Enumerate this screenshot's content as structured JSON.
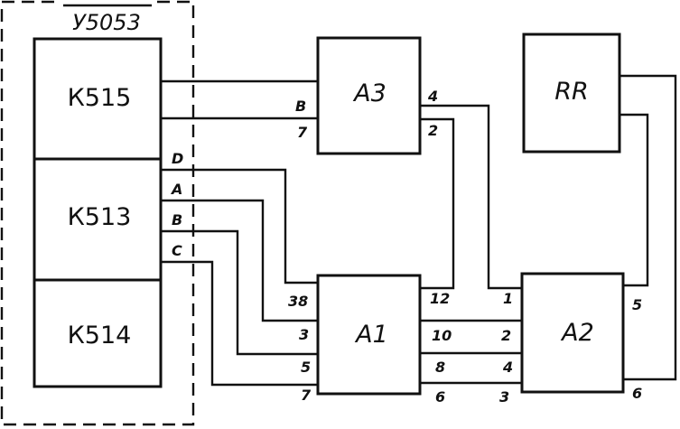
{
  "container": {
    "title": "У5053"
  },
  "blocks": {
    "k515": "К515",
    "k513": "К513",
    "k514": "К514",
    "a3": "A3",
    "a1": "A1",
    "a2": "A2",
    "rr": "RR"
  },
  "pins": {
    "k513_d": "D",
    "k513_a": "A",
    "k513_b": "B",
    "k513_c": "C",
    "a3_in_top": "B",
    "a3_in_bottom": "7",
    "a3_out_top": "4",
    "a3_out_bottom": "2",
    "a1_in_38": "38",
    "a1_in_3": "3",
    "a1_in_5": "5",
    "a1_in_7": "7",
    "a1_out_12": "12",
    "a1_out_10": "10",
    "a1_out_8": "8",
    "a1_out_6": "6",
    "a2_in_1": "1",
    "a2_in_2": "2",
    "a2_in_4": "4",
    "a2_in_3": "3",
    "a2_out_5": "5",
    "a2_out_6": "6"
  }
}
